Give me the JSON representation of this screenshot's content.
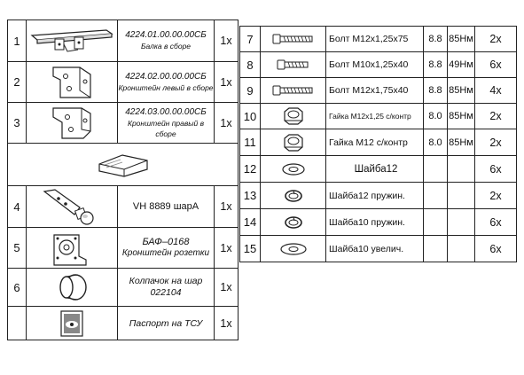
{
  "left_rows": [
    {
      "num": "1",
      "icon": "beam-icon",
      "code": "4224.01.00.00.00СБ",
      "name": "Балка в сборе",
      "qty": "1х"
    },
    {
      "num": "2",
      "icon": "bracket-left-icon",
      "code": "4224.02.00.00.00СБ",
      "name": "Кронштейн левый в сборе",
      "qty": "1х"
    },
    {
      "num": "3",
      "icon": "bracket-right-icon",
      "code": "4224.03.00.00.00СБ",
      "name": "Кронштейн правый в сборе",
      "qty": "1х"
    },
    {
      "num": "4",
      "icon": "tow-ball-icon",
      "code": "VH 8889 шарА",
      "name": "",
      "qty": "1х"
    },
    {
      "num": "5",
      "icon": "socket-bracket-icon",
      "code": "БАФ–0168",
      "name": "Кронштейн розетки",
      "qty": "1х"
    },
    {
      "num": "6",
      "icon": "ball-cap-icon",
      "code": "Колпачок на шар",
      "name": "022104",
      "qty": "1х"
    },
    {
      "num": "",
      "icon": "passport-icon",
      "code": "Паспорт на ТСУ",
      "name": "",
      "qty": "1х"
    }
  ],
  "package_icon": "bag-icon",
  "right_rows": [
    {
      "num": "7",
      "icon": "bolt-icon",
      "name": "Болт М12х1,25х75",
      "cls": "8.8",
      "torque": "85Нм",
      "qty": "2х"
    },
    {
      "num": "8",
      "icon": "bolt-short-icon",
      "name": "Болт М10х1,25х40",
      "cls": "8.8",
      "torque": "49Нм",
      "qty": "6х"
    },
    {
      "num": "9",
      "icon": "bolt-icon",
      "name": "Болт М12х1,75х40",
      "cls": "8.8",
      "torque": "85Нм",
      "qty": "4х"
    },
    {
      "num": "10",
      "icon": "nut-icon",
      "name": "Гайка М12х1,25 с/контр",
      "cls": "8.0",
      "torque": "85Нм",
      "qty": "2х"
    },
    {
      "num": "11",
      "icon": "nut-icon",
      "name": "Гайка М12 с/контр",
      "cls": "8.0",
      "torque": "85Нм",
      "qty": "2х"
    },
    {
      "num": "12",
      "icon": "washer-icon",
      "name": "Шайба12",
      "cls": "",
      "torque": "",
      "qty": "6х"
    },
    {
      "num": "13",
      "icon": "spring-washer-icon",
      "name": "Шайба12 пружин.",
      "cls": "",
      "torque": "",
      "qty": "2х"
    },
    {
      "num": "14",
      "icon": "spring-washer-icon",
      "name": "Шайба10 пружин.",
      "cls": "",
      "torque": "",
      "qty": "6х"
    },
    {
      "num": "15",
      "icon": "washer-large-icon",
      "name": "Шайба10 увелич.",
      "cls": "",
      "torque": "",
      "qty": "6х"
    }
  ]
}
